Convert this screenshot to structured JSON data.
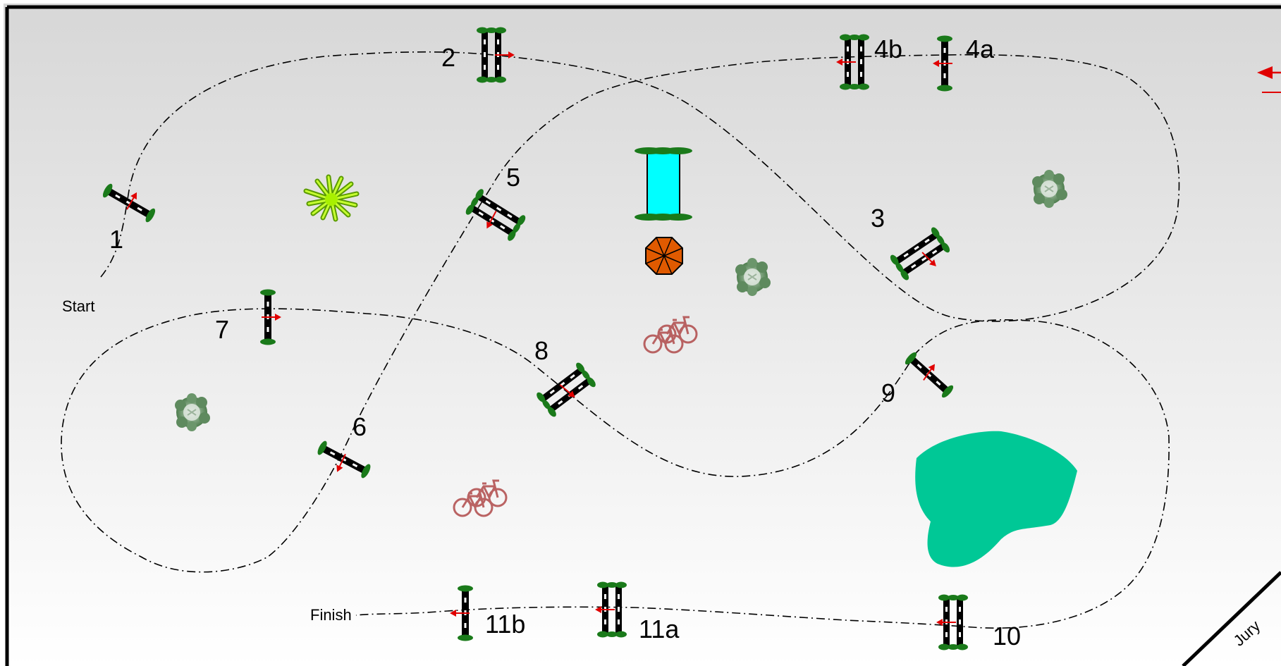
{
  "course": {
    "start_label": "Start",
    "finish_label": "Finish",
    "jury_label": "Jury",
    "obstacles": [
      {
        "id": "1",
        "label": "1"
      },
      {
        "id": "2",
        "label": "2"
      },
      {
        "id": "3",
        "label": "3"
      },
      {
        "id": "4a",
        "label": "4a"
      },
      {
        "id": "4b",
        "label": "4b"
      },
      {
        "id": "5",
        "label": "5"
      },
      {
        "id": "6",
        "label": "6"
      },
      {
        "id": "7",
        "label": "7"
      },
      {
        "id": "8",
        "label": "8"
      },
      {
        "id": "9",
        "label": "9"
      },
      {
        "id": "10",
        "label": "10"
      },
      {
        "id": "11a",
        "label": "11a"
      },
      {
        "id": "11b",
        "label": "11b"
      }
    ]
  },
  "colors": {
    "background_top": "#d7d7d7",
    "background_bottom": "#ffffff",
    "pole": "#000000",
    "standard": "#1a7a1a",
    "direction_arrow": "#e00000",
    "water_jump": "#00ffff",
    "umbrella": "#e05a00",
    "pond": "#00c896",
    "shrub": "#5c8a5c",
    "flower_plant": "#a8f000",
    "bicycle": "#b04a4a"
  },
  "icons": [
    "vertical-fence-icon",
    "oxer-icon",
    "water-jump-icon",
    "umbrella-icon",
    "shrub-icon",
    "flower-plant-icon",
    "bicycle-icon",
    "pond-icon",
    "direction-arrow-icon"
  ]
}
